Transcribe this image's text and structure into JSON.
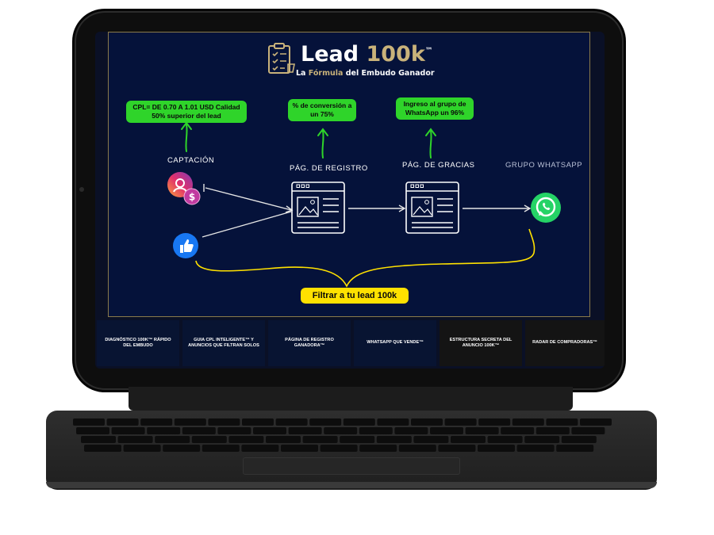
{
  "logo": {
    "title_main": "Lead ",
    "title_accent": "100k",
    "trademark": "™",
    "subtitle_pre": "La ",
    "subtitle_accent": "Fórmula",
    "subtitle_post": " del Embudo Ganador"
  },
  "callouts": {
    "captacion": "CPL= DE 0.70 A 1.01 USD Calidad 50% superior del lead",
    "registro": "% de conversión a un 75%",
    "gracias": "Ingreso al grupo de WhatsApp un 96%"
  },
  "stages": {
    "captacion": "CAPTACIÓN",
    "registro": "PÁG. DE REGISTRO",
    "gracias": "PÁG. DE GRACIAS",
    "whatsapp": "GRUPO WHATSAPP"
  },
  "filter_label": "Filtrar a tu lead 100k",
  "tiles": [
    {
      "label": "DIAGNÓSTICO 100K™ RÁPIDO DEL EMBUDO"
    },
    {
      "label": "GUIA CPL INTELIGENTE™ Y ANUNCIOS QUE FILTRAN SOLOS"
    },
    {
      "label": "PÁGINA DE REGISTRO GANADORA™"
    },
    {
      "label": "WHATSAPP QUE VENDE™"
    },
    {
      "label": "ESTRUCTURA SECRETA DEL ANUNCIO 100K™"
    },
    {
      "label": "RADAR DE COMPRADORAS™"
    }
  ],
  "icons": {
    "instagram": "instagram-icon",
    "dollar": "dollar-icon",
    "facebook_like": "facebook-like-icon",
    "whatsapp": "whatsapp-icon",
    "registration_page": "webpage-icon",
    "thanks_page": "webpage-icon",
    "logo_checklist": "checklist-icon"
  },
  "colors": {
    "slide_bg": "#05123a",
    "callout_green": "#2fd42a",
    "filter_yellow": "#ffe100",
    "brand_gold": "#c9b27a",
    "whatsapp_green": "#25d366",
    "facebook_blue": "#1877f2"
  }
}
